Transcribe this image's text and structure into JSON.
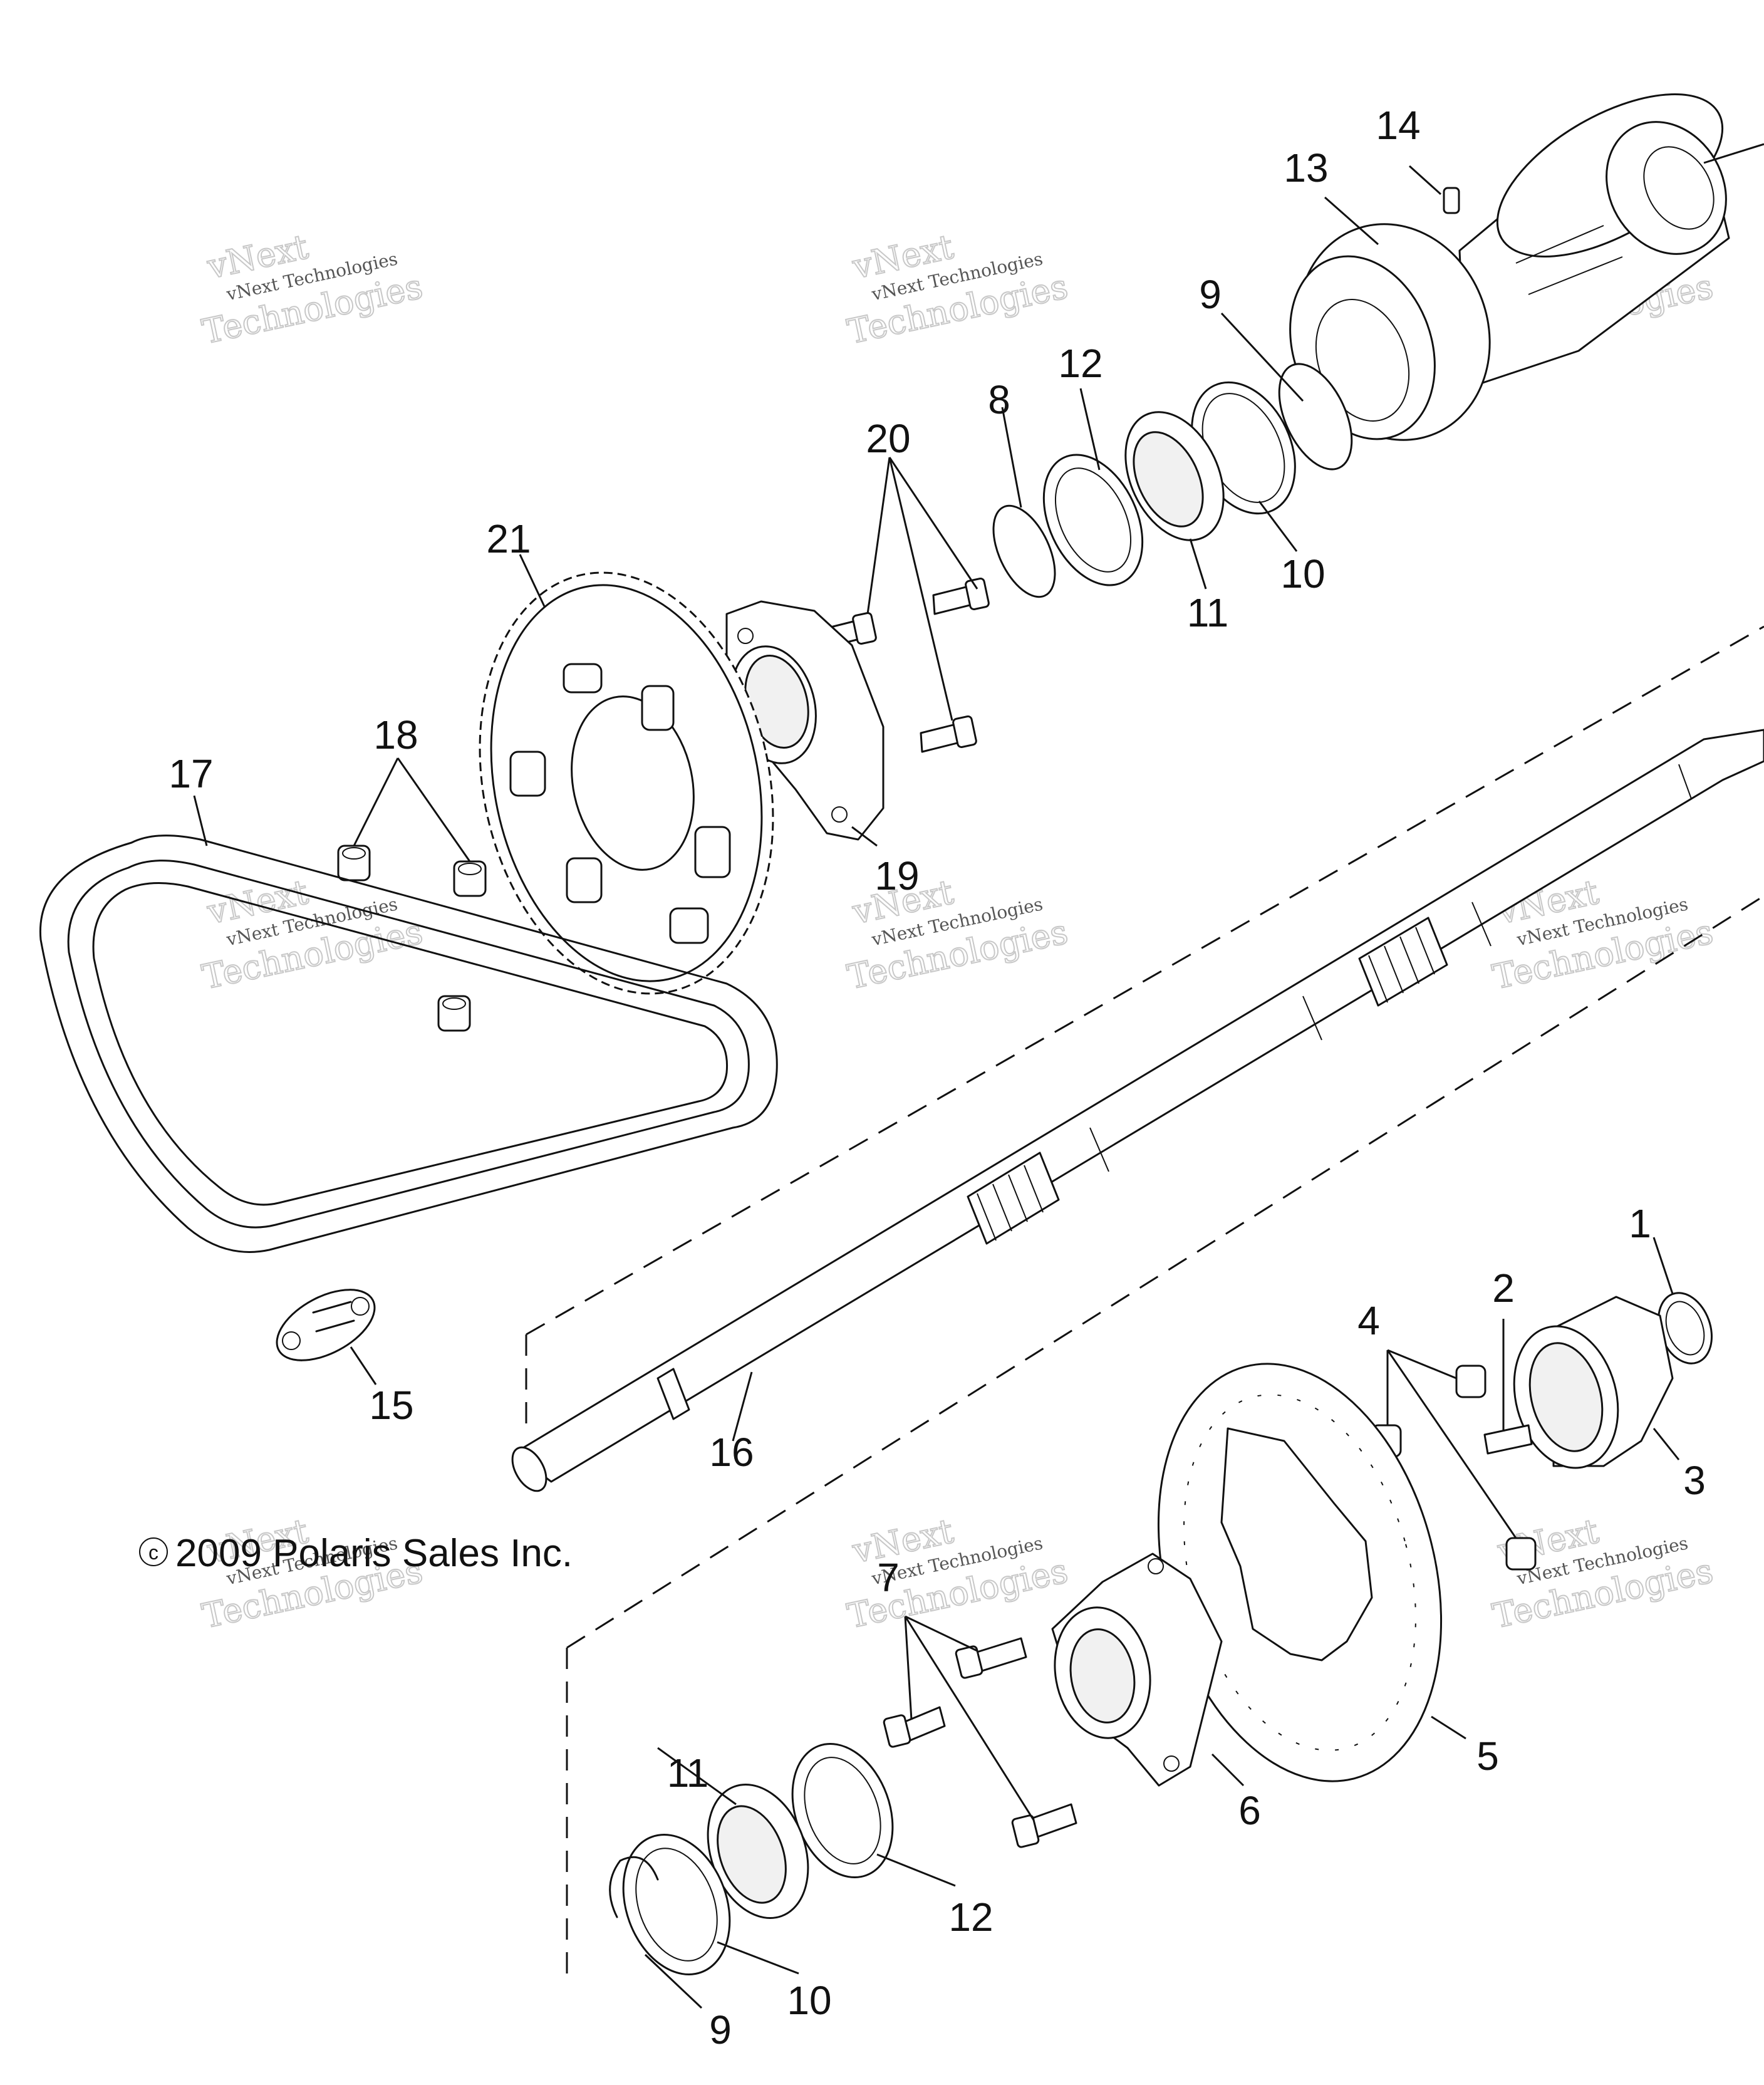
{
  "copyright": "2009 Polaris Sales Inc.",
  "copyright_symbol": "c",
  "watermark": {
    "line1": "vNext",
    "line2": "vNext Technologies",
    "line3": "Technologies"
  },
  "callouts": {
    "c1": "1",
    "c2": "2",
    "c3": "3",
    "c4": "4",
    "c5": "5",
    "c6": "6",
    "c7": "7",
    "c8": "8",
    "c9a": "9",
    "c9b": "9",
    "c10a": "10",
    "c10b": "10",
    "c11a": "11",
    "c11b": "11",
    "c12a": "12",
    "c12b": "12",
    "c13": "13",
    "c14": "14",
    "c15": "15",
    "c16": "16",
    "c17": "17",
    "c18": "18",
    "c19": "19",
    "c20": "20",
    "c21": "21"
  }
}
